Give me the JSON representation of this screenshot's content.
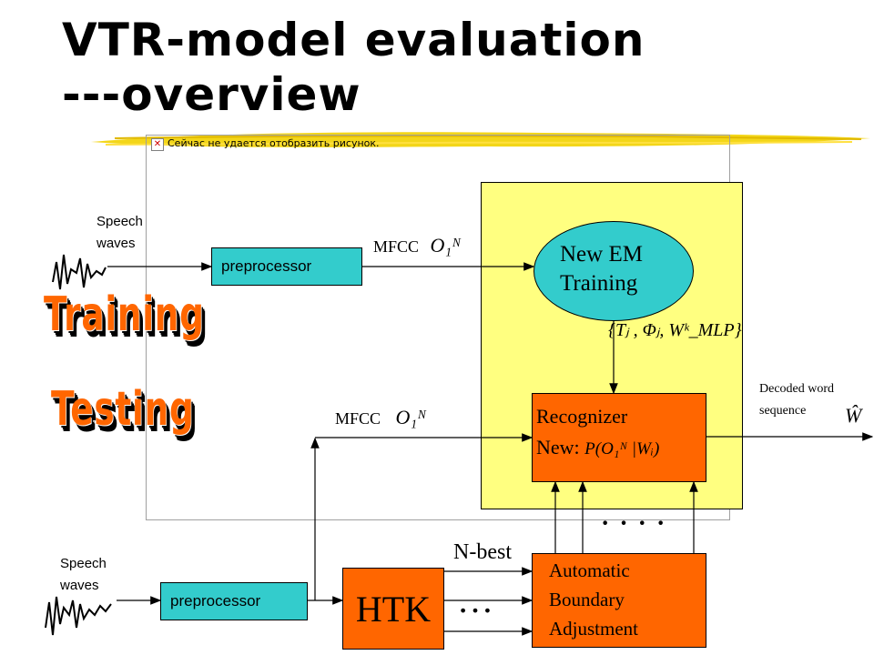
{
  "title": {
    "line1": "VTR-model evaluation",
    "line2": "---overview"
  },
  "placeholder_message": "Сейчас не удается отобразить рисунок.",
  "labels": {
    "speech_waves_top": [
      "Speech",
      "waves"
    ],
    "speech_waves_bottom": [
      "Speech",
      "waves"
    ],
    "training_word": "Training",
    "testing_word": "Testing",
    "preprocessor_top": "preprocessor",
    "preprocessor_bottom": "preprocessor",
    "mfcc_top": "MFCC",
    "mfcc_bottom": "MFCC",
    "new_em_training": [
      "New EM",
      "Training"
    ],
    "recognizer": [
      "Recognizer",
      "New:"
    ],
    "recognizer_formula": "P(O₁ᴺ |Wᵢ)",
    "params_formula": "{Tⱼ , Φⱼ, Wᵏ_MLP}",
    "observation_top": "O₁ᴺ",
    "observation_bottom": "O₁ᴺ",
    "decoded": [
      "Decoded word",
      "sequence"
    ],
    "decoded_symbol": "Ŵ",
    "htk": "HTK",
    "nbest": "N-best",
    "ellipsis_htk": "…",
    "dots_top": "· · · ·",
    "boundary": [
      "Automatic",
      "Boundary",
      "Adjustment"
    ]
  },
  "colors": {
    "cyan": "#33cccc",
    "orange": "#ff6600",
    "yellow": "#ffff80",
    "brush": "#f2d100"
  }
}
